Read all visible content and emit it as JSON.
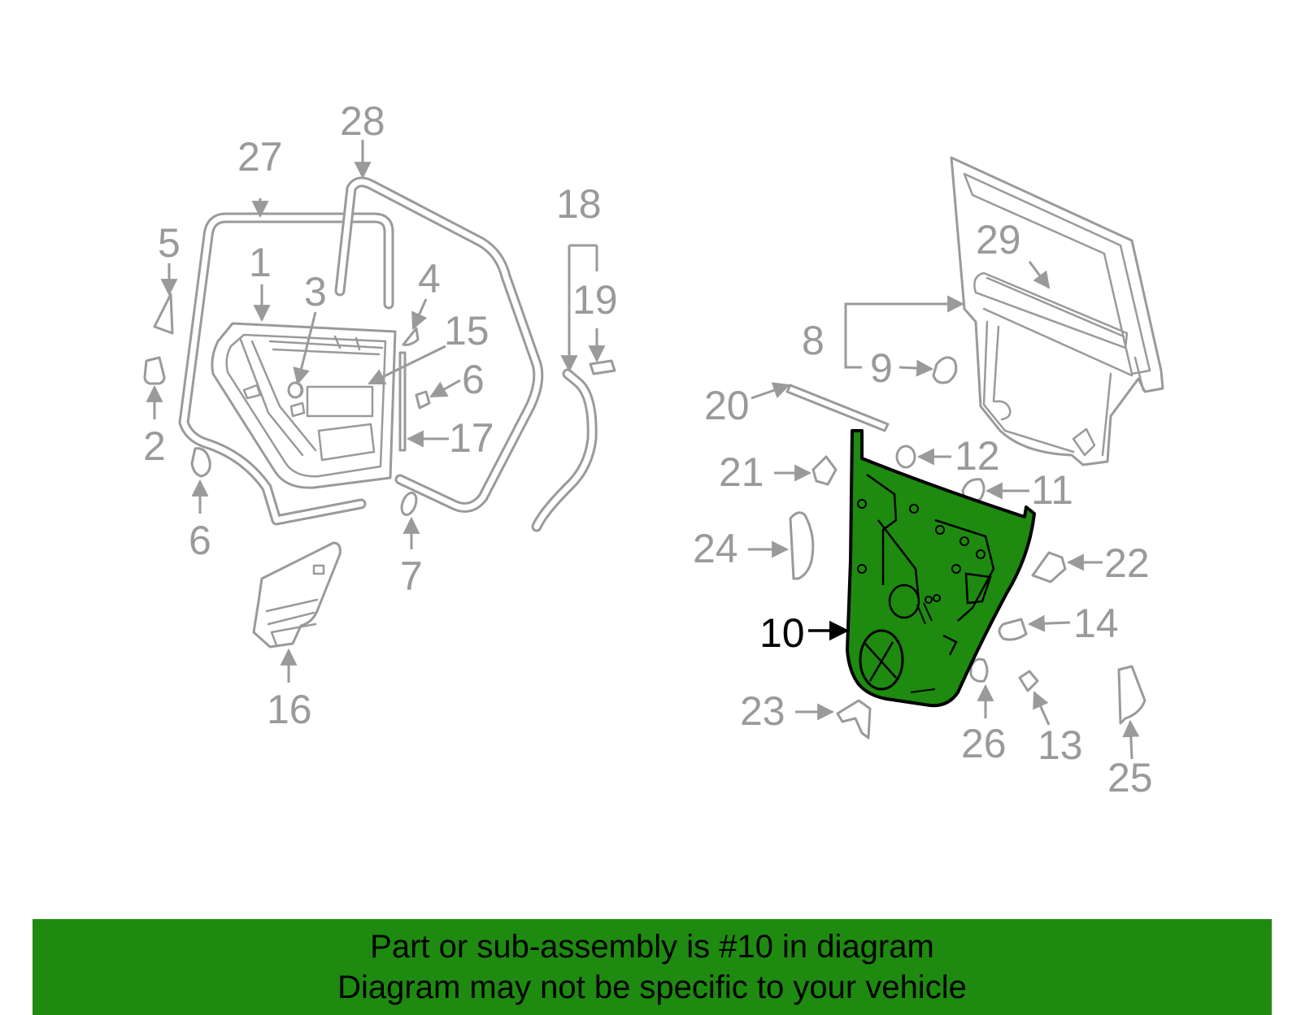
{
  "diagram": {
    "highlight_color": "#1e8a10",
    "highlighted_part": "10",
    "labels": {
      "l1": "1",
      "l2": "2",
      "l3": "3",
      "l4": "4",
      "l5": "5",
      "l6a": "6",
      "l6b": "6",
      "l7": "7",
      "l8": "8",
      "l9": "9",
      "l10": "10",
      "l11": "11",
      "l12": "12",
      "l13": "13",
      "l14": "14",
      "l15": "15",
      "l16": "16",
      "l17": "17",
      "l18": "18",
      "l19": "19",
      "l20": "20",
      "l21": "21",
      "l22": "22",
      "l23": "23",
      "l24": "24",
      "l25": "25",
      "l26": "26",
      "l27": "27",
      "l28": "28",
      "l29": "29"
    }
  },
  "banner": {
    "line1": "Part or sub-assembly is #10 in diagram",
    "line2": "Diagram may not be specific to your vehicle",
    "background": "#1e8a10"
  }
}
